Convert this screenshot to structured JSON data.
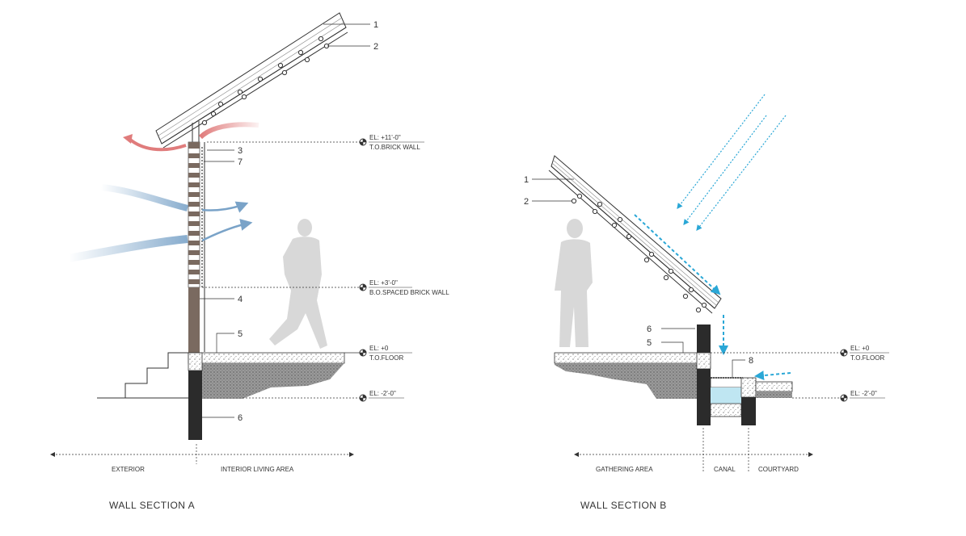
{
  "sectionA": {
    "title": "WALL SECTION A",
    "callouts": [
      "1",
      "2",
      "3",
      "7",
      "4",
      "5",
      "6"
    ],
    "elevations": [
      {
        "el": "EL:  +11'-0\"",
        "desc": "T.O.BRICK WALL"
      },
      {
        "el": "EL:  +3'-0\"",
        "desc": "B.O.SPACED BRICK WALL"
      },
      {
        "el": "EL:  +0",
        "desc": "T.O.FLOOR"
      },
      {
        "el": "EL:  -2'-0\"",
        "desc": ""
      }
    ],
    "zones": [
      "EXTERIOR",
      "INTERIOR LIVING AREA"
    ]
  },
  "sectionB": {
    "title": "WALL SECTION B",
    "callouts": [
      "1",
      "2",
      "6",
      "5",
      "8"
    ],
    "elevations": [
      {
        "el": "EL:  +0",
        "desc": "T.O.FLOOR"
      },
      {
        "el": "EL:  -2'-0\"",
        "desc": ""
      }
    ],
    "zones": [
      "GATHERING AREA",
      "CANAL",
      "COURTYARD"
    ]
  },
  "colors": {
    "warm_air": "#e07c7c",
    "cool_air": "#7aa3c8",
    "rain": "#2aa7d6",
    "brick": "#7a6a60",
    "foundation": "#2b2b2b",
    "water": "#bfe6f2",
    "silhouette": "#d8d8d8"
  }
}
